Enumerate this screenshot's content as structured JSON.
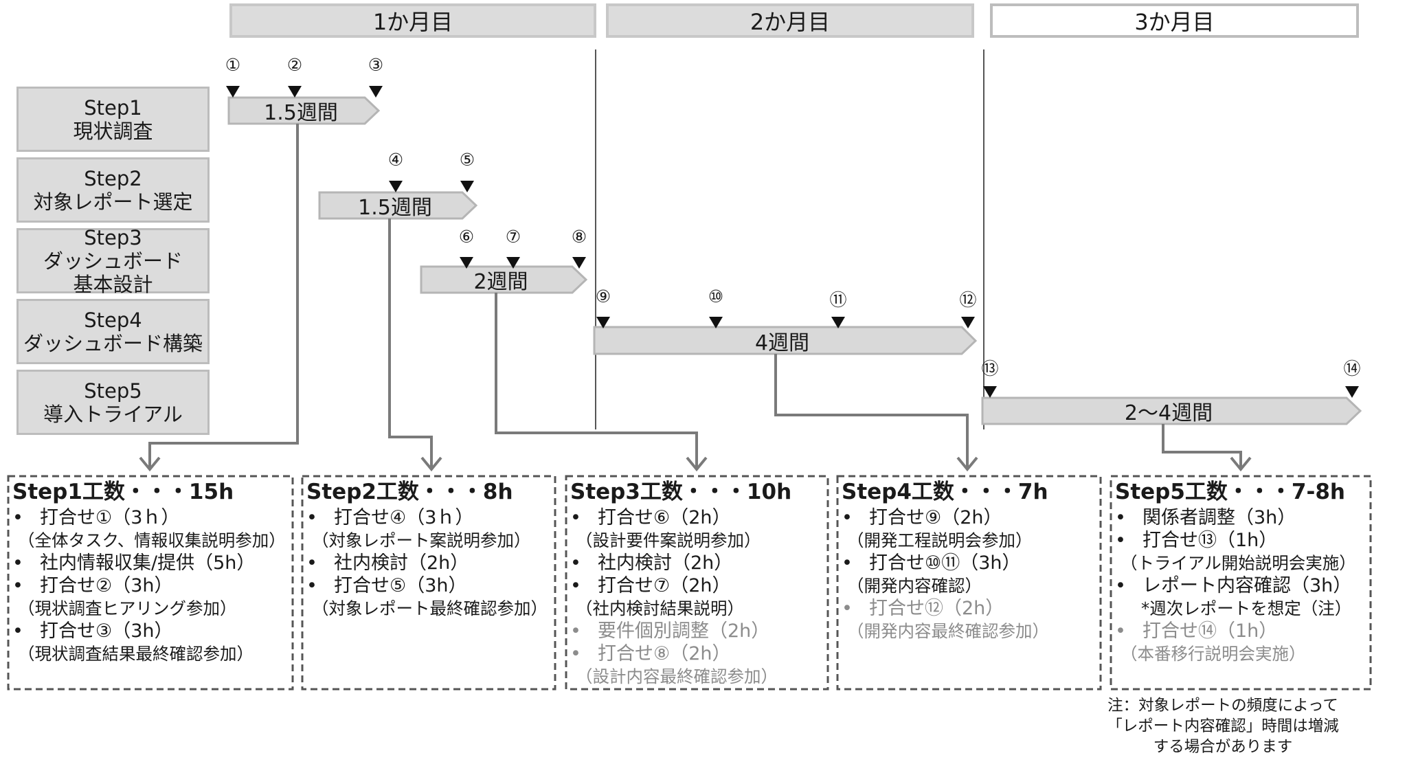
{
  "months": [
    "1か月目",
    "2か月目",
    "3か月目"
  ],
  "steps": [
    {
      "name": "step1",
      "lines": [
        "Step1",
        "現状調査"
      ]
    },
    {
      "name": "step2",
      "lines": [
        "Step2",
        "対象レポート選定"
      ]
    },
    {
      "name": "step3",
      "lines": [
        "Step3",
        "ダッシュボード",
        "基本設計"
      ]
    },
    {
      "name": "step4",
      "lines": [
        "Step4",
        "ダッシュボード構築"
      ]
    },
    {
      "name": "step5",
      "lines": [
        "Step5",
        "導入トライアル"
      ]
    }
  ],
  "durations": [
    "1.5週間",
    "1.5週間",
    "2週間",
    "4週間",
    "2〜4週間"
  ],
  "milestones": [
    "①",
    "②",
    "③",
    "④",
    "⑤",
    "⑥",
    "⑦",
    "⑧",
    "⑨",
    "⑩",
    "⑪",
    "⑫",
    "⑬",
    "⑭"
  ],
  "boxes": [
    {
      "title": "Step1工数・・・15h",
      "items": [
        {
          "text": "打合せ①（3ｈ）",
          "sub": "（全体タスク、情報収集説明参加）"
        },
        {
          "text": "社内情報収集/提供（5h）"
        },
        {
          "text": "打合せ②（3h）",
          "sub": "（現状調査ヒアリング参加）"
        },
        {
          "text": "打合せ③（3h）",
          "sub": "（現状調査結果最終確認参加）"
        }
      ]
    },
    {
      "title": "Step2工数・・・8h",
      "items": [
        {
          "text": "打合せ④（3ｈ）",
          "sub": "（対象レポート案説明参加）"
        },
        {
          "text": "社内検討（2h）"
        },
        {
          "text": "打合せ⑤（3h）",
          "sub": "（対象レポート最終確認参加）"
        }
      ]
    },
    {
      "title": "Step3工数・・・10h",
      "items": [
        {
          "text": "打合せ⑥（2h）",
          "sub": "（設計要件案説明参加）"
        },
        {
          "text": "社内検討（2h）"
        },
        {
          "text": "打合せ⑦（2h）",
          "sub": "（社内検討結果説明）"
        },
        {
          "text": "要件個別調整（2h）",
          "gray": true
        },
        {
          "text": "打合せ⑧（2h）",
          "sub": "（設計内容最終確認参加）",
          "gray": true
        }
      ]
    },
    {
      "title": "Step4工数・・・7h",
      "items": [
        {
          "text": "打合せ⑨（2h）",
          "sub": "（開発工程説明会参加）"
        },
        {
          "text": "打合せ⑩⑪（3h）",
          "sub": "（開発内容確認）"
        },
        {
          "text": "打合せ⑫（2h）",
          "sub": "（開発内容最終確認参加）",
          "gray": true
        }
      ]
    },
    {
      "title": "Step5工数・・・7-8h",
      "items": [
        {
          "text": "関係者調整（3h）"
        },
        {
          "text": "打合せ⑬（1h）",
          "sub": "（トライアル開始説明会実施）"
        },
        {
          "text": "レポート内容確認（3h）",
          "sub": "*週次レポートを想定（注）",
          "subIndent": true
        },
        {
          "text": "打合せ⑭（1h）",
          "sub": "（本番移行説明会実施）",
          "gray": true
        }
      ]
    }
  ],
  "bullet": "•",
  "note": [
    "注：対象レポートの頻度によって",
    "「レポート内容確認」時間は増減",
    "する場合があります"
  ],
  "colors": {
    "box_fill": "#dcdcdc",
    "border": "#bcbcbc",
    "arrow": "#7a7a7a",
    "text": "#1a1a1a",
    "gray_text": "#8c8c8c"
  }
}
